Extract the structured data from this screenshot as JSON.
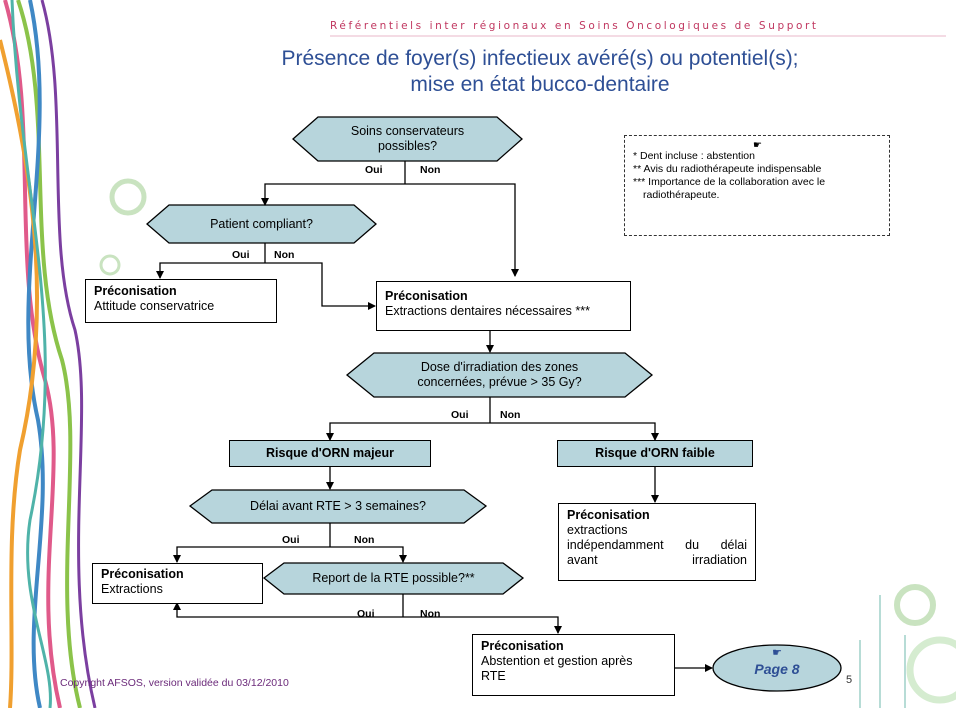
{
  "header": "Référentiels inter régionaux en Soins Oncologiques de Support",
  "title": {
    "line1": "Présence de foyer(s) infectieux avéré(s) ou potentiel(s);",
    "line2": "mise en état bucco-dentaire"
  },
  "decisions": {
    "soins": {
      "line1": "Soins conservateurs",
      "line2": "possibles?"
    },
    "compliant": "Patient compliant?",
    "dose": {
      "line1": "Dose d'irradiation des zones",
      "line2": "concernées, prévue > 35 Gy?"
    },
    "delai": "Délai avant RTE > 3 semaines?",
    "report": "Report de la RTE possible?**"
  },
  "labels": {
    "oui": "Oui",
    "non": "Non"
  },
  "recommendations": {
    "conservatrice": {
      "title": "Préconisation",
      "text": "Attitude conservatrice"
    },
    "extractions_necessaires": {
      "title": "Préconisation",
      "text": "Extractions dentaires nécessaires ***"
    },
    "extractions": {
      "title": "Préconisation",
      "text": "Extractions"
    },
    "extractions_independ": {
      "title": "Préconisation",
      "lines": [
        "extractions",
        "indépendamment du délai",
        "avant irradiation"
      ]
    },
    "abstention": {
      "title": "Préconisation",
      "lines": [
        "Abstention et gestion après",
        "RTE"
      ]
    }
  },
  "risks": {
    "majeur": "Risque d'ORN majeur",
    "faible": "Risque d'ORN faible"
  },
  "notes": {
    "symbol": "☛",
    "items": [
      "* Dent incluse : abstention",
      "** Avis du radiothérapeute indispensable",
      "*** Importance de la collaboration avec le",
      "radiothérapeute."
    ]
  },
  "page_link": {
    "symbol": "☛",
    "label": "Page 8"
  },
  "footer": "Copyright AFSOS, version validée du 03/12/2010",
  "page_number": "5",
  "colors": {
    "decision_fill": "#b7d5dc",
    "title": "#2e4f95",
    "header": "#c0365f"
  }
}
